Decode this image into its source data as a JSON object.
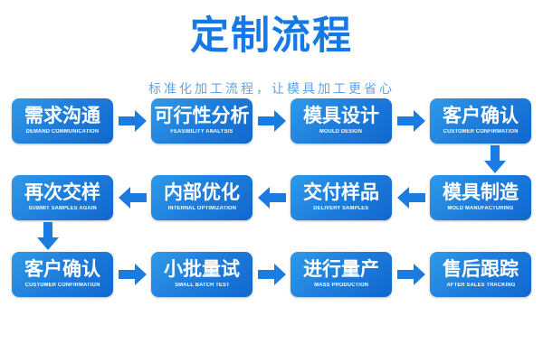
{
  "header": {
    "title": "定制流程",
    "subtitle": "标准化加工流程，让模具加工更省心"
  },
  "colors": {
    "title_blue": "#1478e6",
    "subtitle_blue": "#63a3e8",
    "box_gradient_light": "#2f9ae8",
    "box_gradient_dark": "#1168cf",
    "arrow_blue": "#1a7ce0",
    "box_text": "#ffffff"
  },
  "flow": {
    "rows": [
      {
        "direction": "right",
        "steps": [
          {
            "cn": "需求沟通",
            "en": "DEMAND COMMUNICATION"
          },
          {
            "cn": "可行性分析",
            "en": "FEASIBILITY ANALYSIS"
          },
          {
            "cn": "模具设计",
            "en": "MOULD DESIGN"
          },
          {
            "cn": "客户确认",
            "en": "CUSTOMER CONFIRMATION"
          }
        ],
        "connector": {
          "position": "right",
          "direction": "down"
        }
      },
      {
        "direction": "left",
        "steps": [
          {
            "cn": "再次交样",
            "en": "SUBMIT SAMPLES AGAIN"
          },
          {
            "cn": "内部优化",
            "en": "INTERNAL OPTIMIZATION"
          },
          {
            "cn": "交付样品",
            "en": "DELIVERY SAMPLES"
          },
          {
            "cn": "模具制造",
            "en": "MOLD MANUFACTURING"
          }
        ],
        "connector": {
          "position": "left",
          "direction": "down"
        }
      },
      {
        "direction": "right",
        "steps": [
          {
            "cn": "客户确认",
            "en": "CUSTOMER CONFIRMATION"
          },
          {
            "cn": "小批量试",
            "en": "SMALL BATCH TEST"
          },
          {
            "cn": "进行量产",
            "en": "MASS PRODUCTION"
          },
          {
            "cn": "售后跟踪",
            "en": "AFTER SALES TRACKING"
          }
        ],
        "connector": null
      }
    ]
  }
}
